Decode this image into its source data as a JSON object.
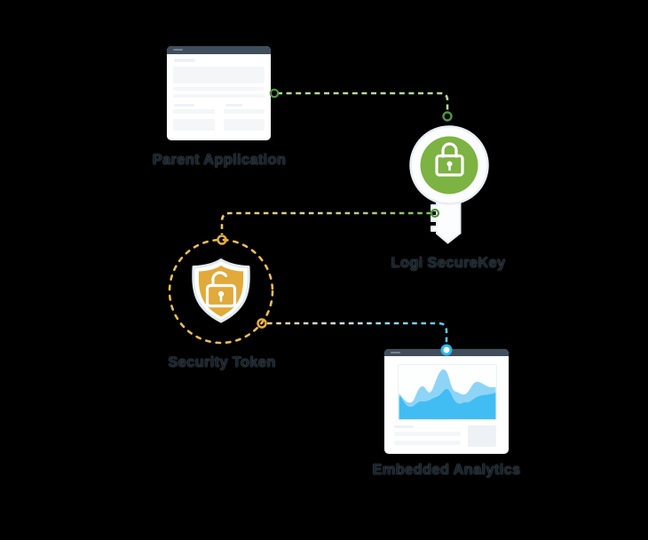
{
  "colors": {
    "green": "#7cb342",
    "green_dash": "#b5d89c",
    "green_ring": "#4f9640",
    "gold": "#e2a93b",
    "gold_dash": "#eabc55",
    "gold_ring": "#e5ae3f",
    "blue": "#2ab5f2",
    "chart_light": "#8ed4f7",
    "chart_bright": "#41bdf3",
    "slate": "#404e5c",
    "label": "#16242e"
  },
  "nodes": {
    "parent_app": {
      "label": "Parent Application",
      "icon": "browser-window-icon"
    },
    "securekey": {
      "label": "Logi SecureKey",
      "icon": "key-lock-icon"
    },
    "security_token": {
      "label": "Security Token",
      "icon": "shield-unlock-icon"
    },
    "embedded_analytics": {
      "label": "Embedded Analytics",
      "icon": "analytics-chart-window-icon"
    }
  },
  "connections": [
    {
      "from": "parent_app",
      "to": "securekey",
      "style": "dashed",
      "color": "green"
    },
    {
      "from": "securekey",
      "to": "security_token",
      "style": "dashed",
      "color": "green-to-gold"
    },
    {
      "from": "security_token",
      "to": "embedded_analytics",
      "style": "dashed",
      "color": "gold-to-blue"
    }
  ]
}
